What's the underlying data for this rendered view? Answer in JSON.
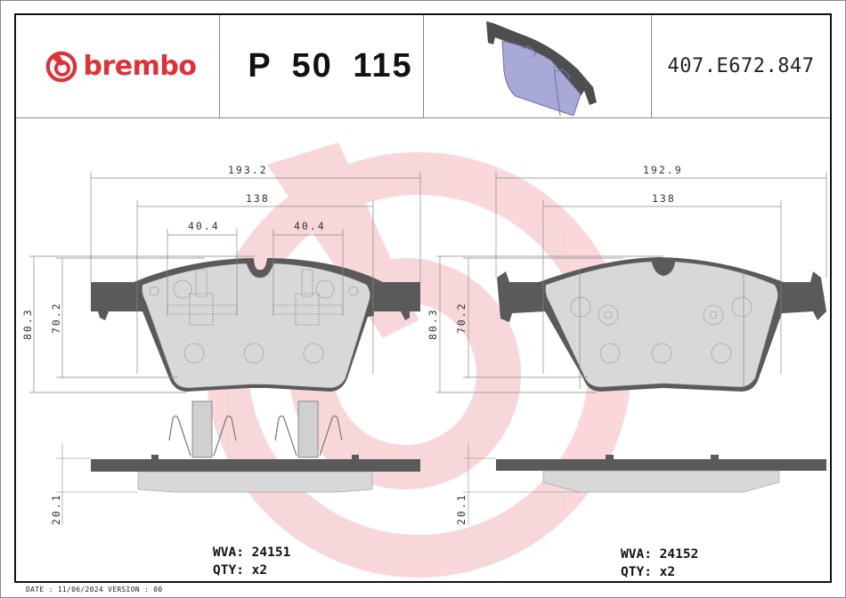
{
  "header": {
    "brand": "brembo",
    "brand_color": "#e03236",
    "part_number": "P 50 115",
    "catalog_code": "407.E672.847",
    "product_image": "brake-pad-3d-render"
  },
  "left_pad": {
    "dimensions": {
      "overall_width": "193.2",
      "inner_width": "138",
      "clip_left_width": "40.4",
      "clip_right_width": "40.4",
      "total_height": "80.3",
      "friction_height": "70.2",
      "thickness": "20.1"
    },
    "wva_label": "WVA:",
    "wva_value": "24151",
    "qty_label": "QTY:",
    "qty_value": "x2"
  },
  "right_pad": {
    "dimensions": {
      "overall_width": "192.9",
      "inner_width": "138",
      "total_height": "80.3",
      "friction_height": "70.2",
      "thickness": "20.1"
    },
    "wva_label": "WVA:",
    "wva_value": "24152",
    "qty_label": "QTY:",
    "qty_value": "x2"
  },
  "footer": {
    "text": "DATE : 11/06/2024 VERSION : 00"
  },
  "colors": {
    "backplate": "#5a5a5a",
    "friction": "#d8d8d8",
    "watermark": "#f8d7da",
    "render_pad": "#a9a9d8"
  }
}
